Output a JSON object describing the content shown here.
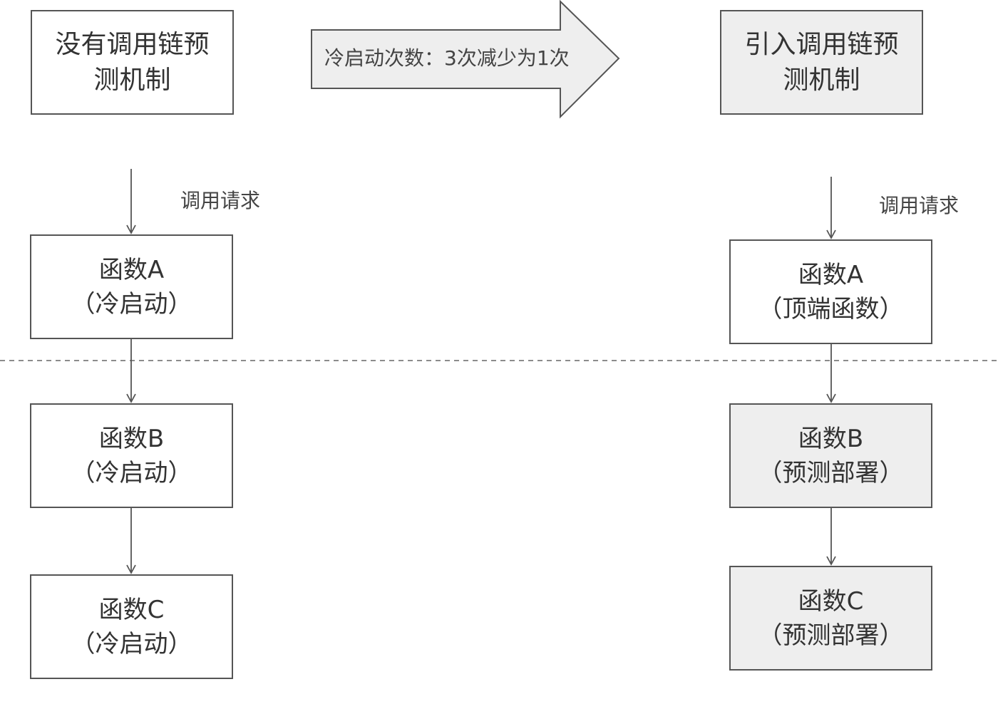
{
  "left": {
    "title": {
      "line1": "没有调用链预",
      "line2": "测机制"
    },
    "request_label": "调用请求",
    "boxes": [
      {
        "line1": "函数A",
        "line2": "（冷启动）"
      },
      {
        "line1": "函数B",
        "line2": "（冷启动）"
      },
      {
        "line1": "函数C",
        "line2": "（冷启动）"
      }
    ]
  },
  "right": {
    "title": {
      "line1": "引入调用链预",
      "line2": "测机制"
    },
    "request_label": "调用请求",
    "boxes": [
      {
        "line1": "函数A",
        "line2": "（顶端函数）"
      },
      {
        "line1": "函数B",
        "line2": "（预测部署）"
      },
      {
        "line1": "函数C",
        "line2": "（预测部署）"
      }
    ]
  },
  "banner": {
    "text": "冷启动次数：3次减少为1次"
  },
  "colors": {
    "border": "#555555",
    "gray_fill": "#eeeeee",
    "banner_fill": "#eeeeee"
  }
}
